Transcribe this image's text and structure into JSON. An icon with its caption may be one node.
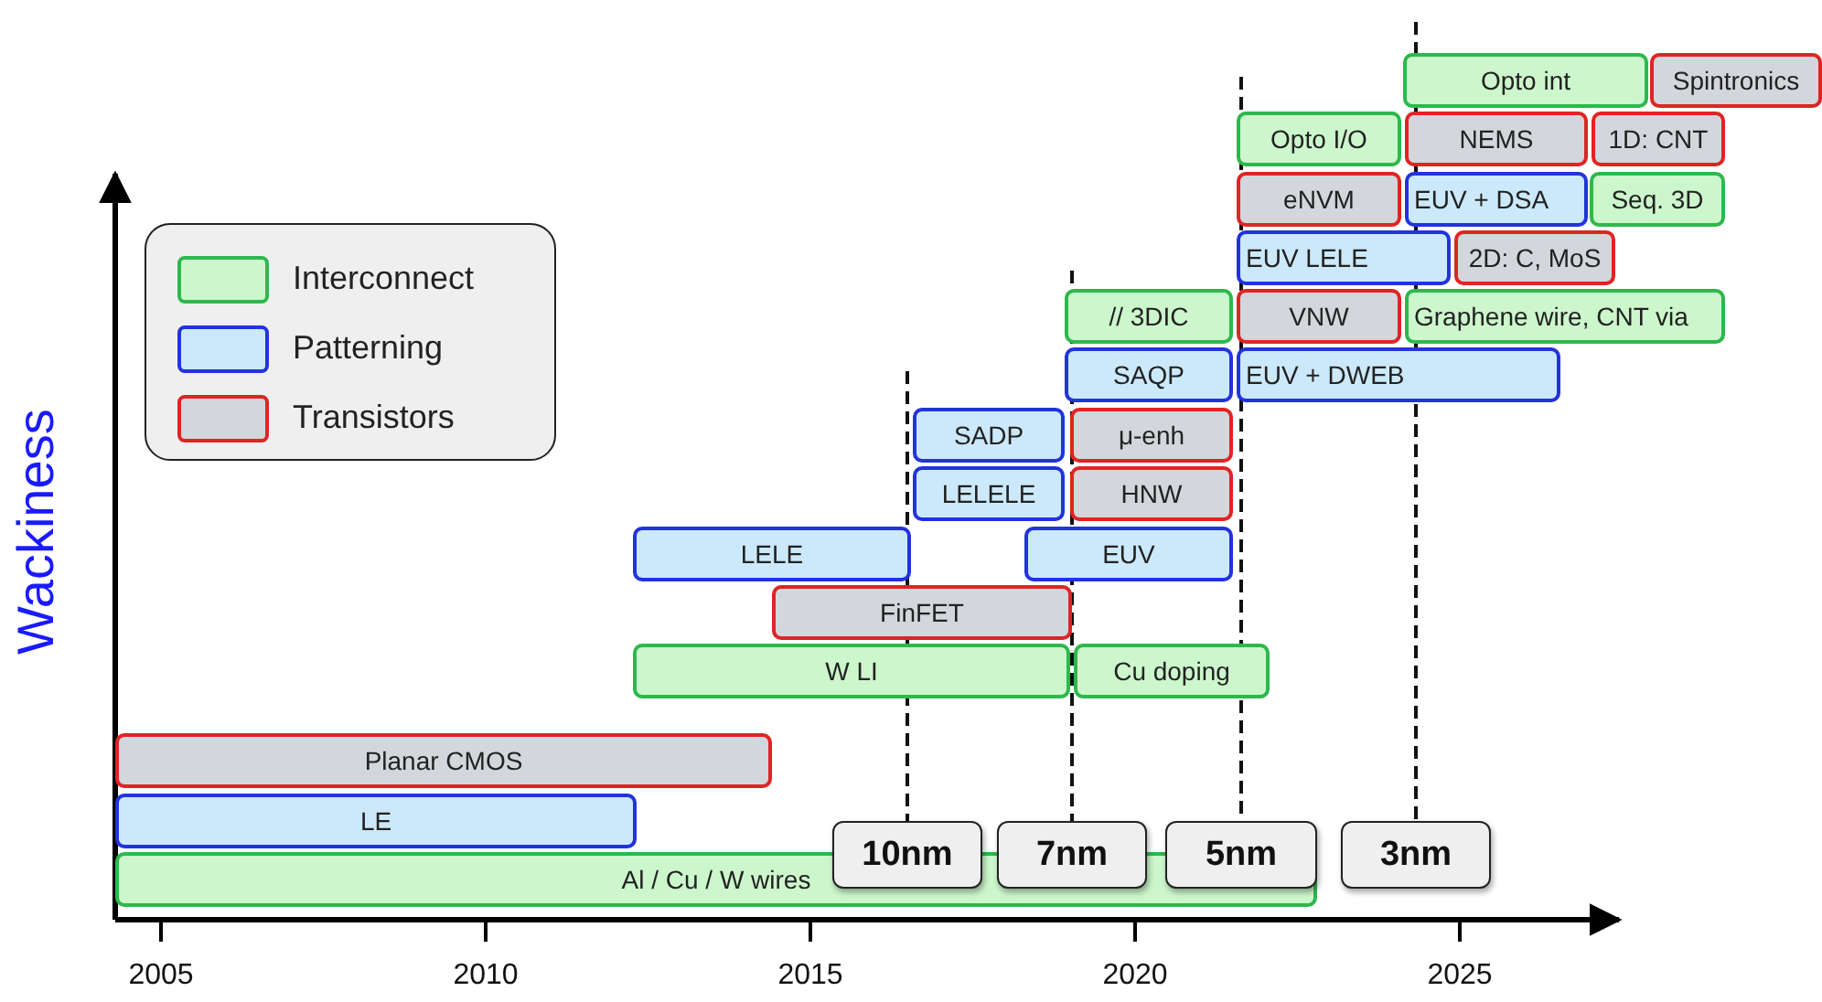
{
  "diagram": {
    "nodes": [
      {
        "text": [
          "Opto int"
        ]
      },
      {
        "text": [
          "Spintronics"
        ]
      },
      {
        "text": [
          "Opto I/O"
        ]
      },
      {
        "text": [
          "NEMS"
        ]
      },
      {
        "text": [
          "1D: CNT"
        ]
      },
      {
        "text": [
          "eNVM"
        ]
      },
      {
        "text": [
          "EUV + DSA"
        ]
      },
      {
        "text": [
          "Seq. 3D"
        ]
      },
      {
        "text": [
          "EUV LELE"
        ]
      },
      {
        "text": [
          "2D: C, MoS"
        ]
      },
      {
        "text": [
          "// 3DIC"
        ]
      },
      {
        "text": [
          "VNW"
        ]
      },
      {
        "text": [
          "Graphene wire, CNT via"
        ]
      },
      {
        "text": [
          "SAQP"
        ]
      },
      {
        "text": [
          "EUV + DWEB"
        ]
      },
      {
        "text": [
          "SADP"
        ]
      },
      {
        "text": [
          "μ-enh"
        ]
      },
      {
        "text": [
          "LELELE"
        ]
      },
      {
        "text": [
          "HNW"
        ]
      },
      {
        "text": [
          "LELE"
        ]
      },
      {
        "text": [
          "EUV"
        ]
      },
      {
        "text": [
          "FinFET"
        ]
      },
      {
        "text": [
          "W LI"
        ]
      },
      {
        "text": [
          "Cu doping"
        ]
      },
      {
        "text": [
          "Planar CMOS"
        ]
      },
      {
        "text": [
          "LE"
        ]
      },
      {
        "text": [
          "10nm"
        ]
      },
      {
        "text": [
          "7nm"
        ]
      },
      {
        "text": [
          "5nm"
        ]
      },
      {
        "text": [
          "3nm"
        ]
      },
      {
        "text": [
          "Al / Cu / W wires"
        ]
      }
    ],
    "labels": [
      "Wackiness",
      "2005",
      "2010",
      "2015",
      "2020",
      "2025"
    ],
    "legend": [
      {
        "text": "Interconnect",
        "color": "#ccf7cc"
      },
      {
        "text": "Patterning",
        "color": "#cce9fb"
      },
      {
        "text": "Transistors",
        "color": "#d3d6db"
      }
    ]
  }
}
